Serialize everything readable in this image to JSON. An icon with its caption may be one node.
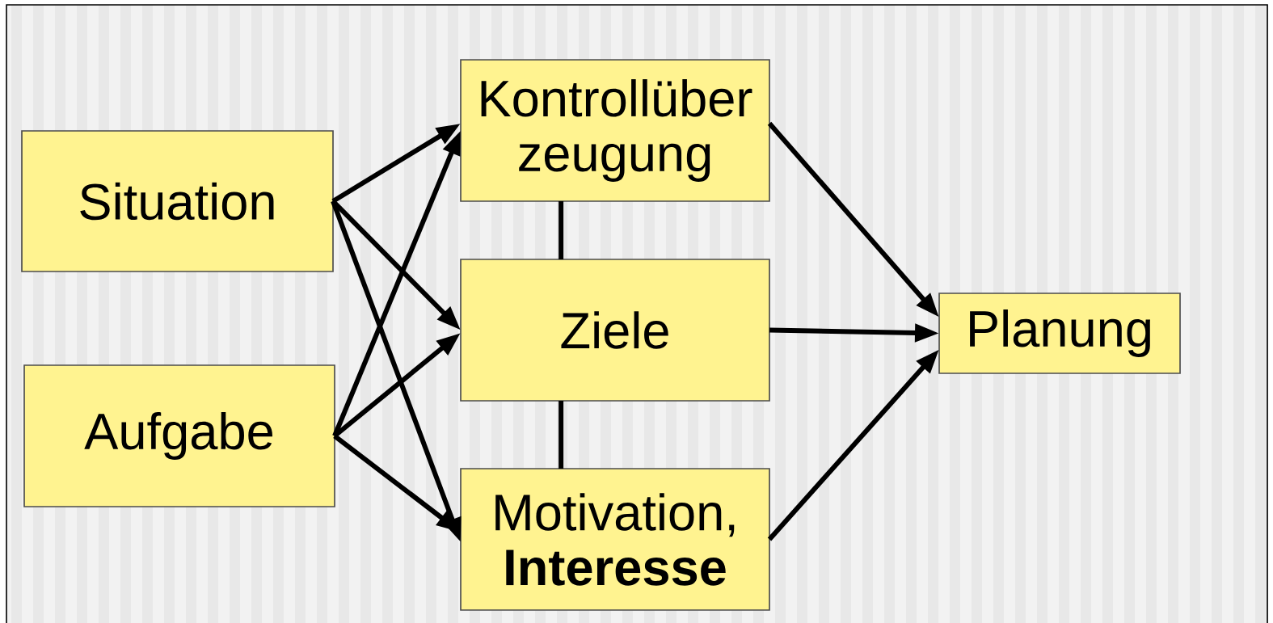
{
  "diagram": {
    "nodes": [
      {
        "text": [
          "Situation"
        ]
      },
      {
        "text": [
          "Aufgabe"
        ]
      },
      {
        "text": [
          "Kontrollüber zeugung"
        ]
      },
      {
        "text": [
          "Ziele"
        ]
      },
      {
        "text": [
          "Motivation, **Interesse**"
        ]
      },
      {
        "text": [
          "Planung"
        ]
      }
    ],
    "edges": [
      {
        "from": 0,
        "to": 2,
        "arrow": "to"
      },
      {
        "from": 0,
        "to": 3,
        "arrow": "to"
      },
      {
        "from": 0,
        "to": 4,
        "arrow": "to"
      },
      {
        "from": 1,
        "to": 2,
        "arrow": "to"
      },
      {
        "from": 1,
        "to": 3,
        "arrow": "to"
      },
      {
        "from": 1,
        "to": 4,
        "arrow": "to"
      },
      {
        "from": 2,
        "to": 3,
        "arrow": "none"
      },
      {
        "from": 3,
        "to": 4,
        "arrow": "none"
      },
      {
        "from": 2,
        "to": 5,
        "arrow": "to"
      },
      {
        "from": 3,
        "to": 5,
        "arrow": "to"
      },
      {
        "from": 4,
        "to": 5,
        "arrow": "to"
      }
    ]
  }
}
